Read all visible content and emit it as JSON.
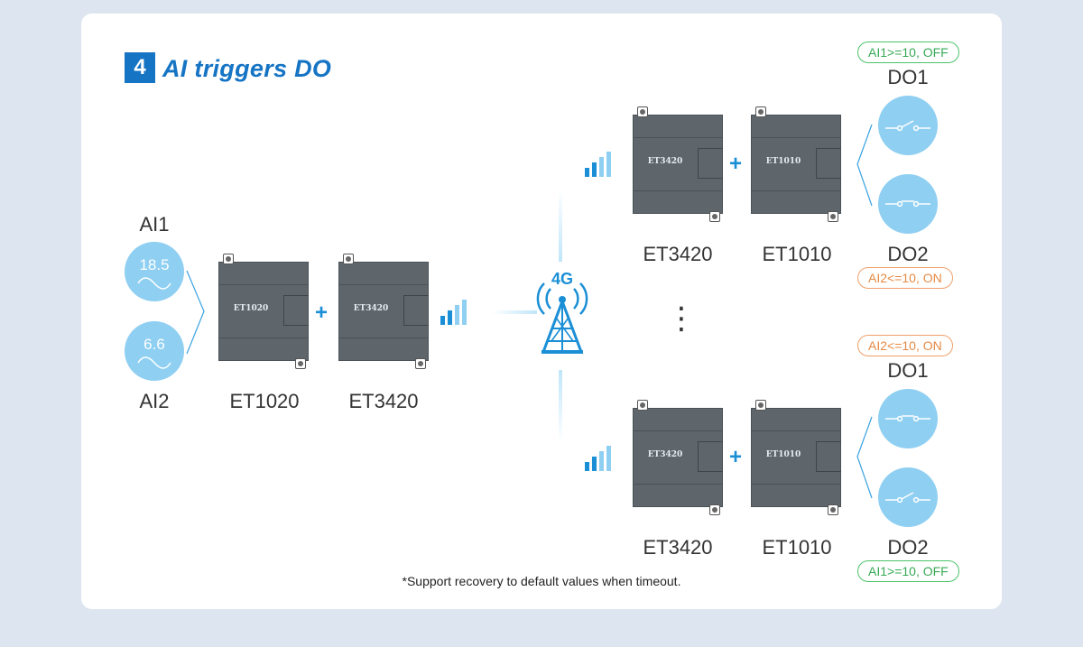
{
  "header": {
    "number": "4",
    "title": "AI triggers DO"
  },
  "inputs": [
    {
      "name": "AI1",
      "value": "18.5"
    },
    {
      "name": "AI2",
      "value": "6.6"
    }
  ],
  "modules": {
    "left": [
      {
        "name": "ET1020"
      },
      {
        "name": "ET3420"
      }
    ],
    "top_right": [
      {
        "name": "ET3420"
      },
      {
        "name": "ET1010"
      }
    ],
    "bottom_right": [
      {
        "name": "ET3420"
      },
      {
        "name": "ET1010"
      }
    ]
  },
  "plus_sign": "+",
  "tower_label": "4G",
  "ellipsis": "⋮",
  "outputs_top": [
    {
      "name": "DO1",
      "condition": "AI1>=10, OFF",
      "state": "off"
    },
    {
      "name": "DO2",
      "condition": "AI2<=10, ON",
      "state": "on"
    }
  ],
  "outputs_bottom": [
    {
      "name": "DO1",
      "condition": "AI2<=10, ON",
      "state": "on"
    },
    {
      "name": "DO2",
      "condition": "AI1>=10, OFF",
      "state": "off"
    }
  ],
  "footnote": "*Support recovery to default values when timeout.",
  "colors": {
    "accent": "#1574c4",
    "circle": "#8fcff2",
    "module": "#5e666c",
    "off_green": "#37a955",
    "on_orange": "#e58a45",
    "signal": "#1b8fd6"
  }
}
